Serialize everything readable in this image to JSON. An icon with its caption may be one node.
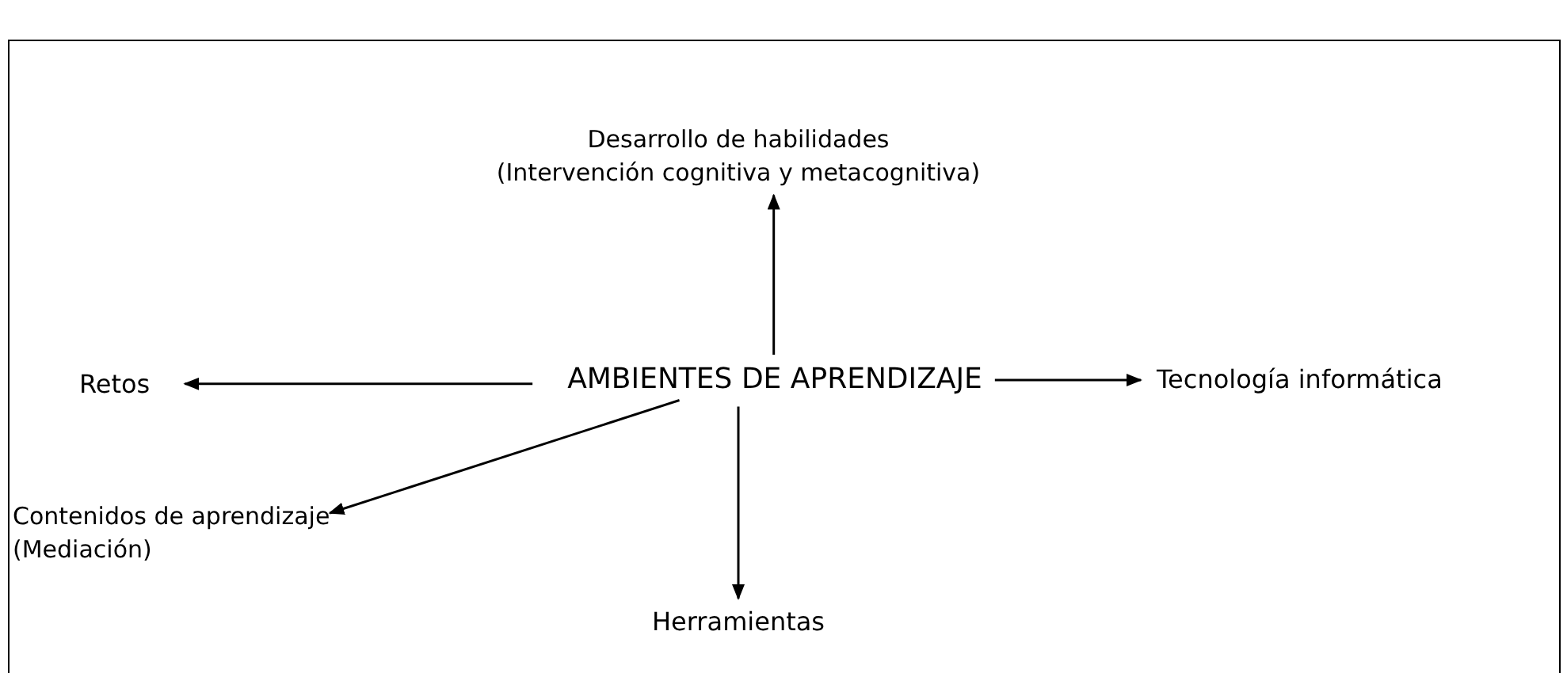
{
  "diagram": {
    "nodes": [
      {
        "text": [
          "AMBIENTES DE APRENDIZAJE"
        ]
      },
      {
        "text": [
          "Desarrollo de habilidades",
          "(Intervención cognitiva y metacognitiva)"
        ]
      },
      {
        "text": [
          "Retos"
        ]
      },
      {
        "text": [
          "Tecnología informática"
        ]
      },
      {
        "text": [
          "Contenidos de aprendizaje",
          "(Mediación)"
        ]
      },
      {
        "text": [
          "Herramientas"
        ]
      }
    ],
    "edges": [
      {
        "from": 0,
        "to": 1,
        "arrow": "to"
      },
      {
        "from": 0,
        "to": 2,
        "arrow": "to"
      },
      {
        "from": 0,
        "to": 3,
        "arrow": "to"
      },
      {
        "from": 0,
        "to": 4,
        "arrow": "to"
      },
      {
        "from": 0,
        "to": 5,
        "arrow": "to"
      }
    ]
  }
}
